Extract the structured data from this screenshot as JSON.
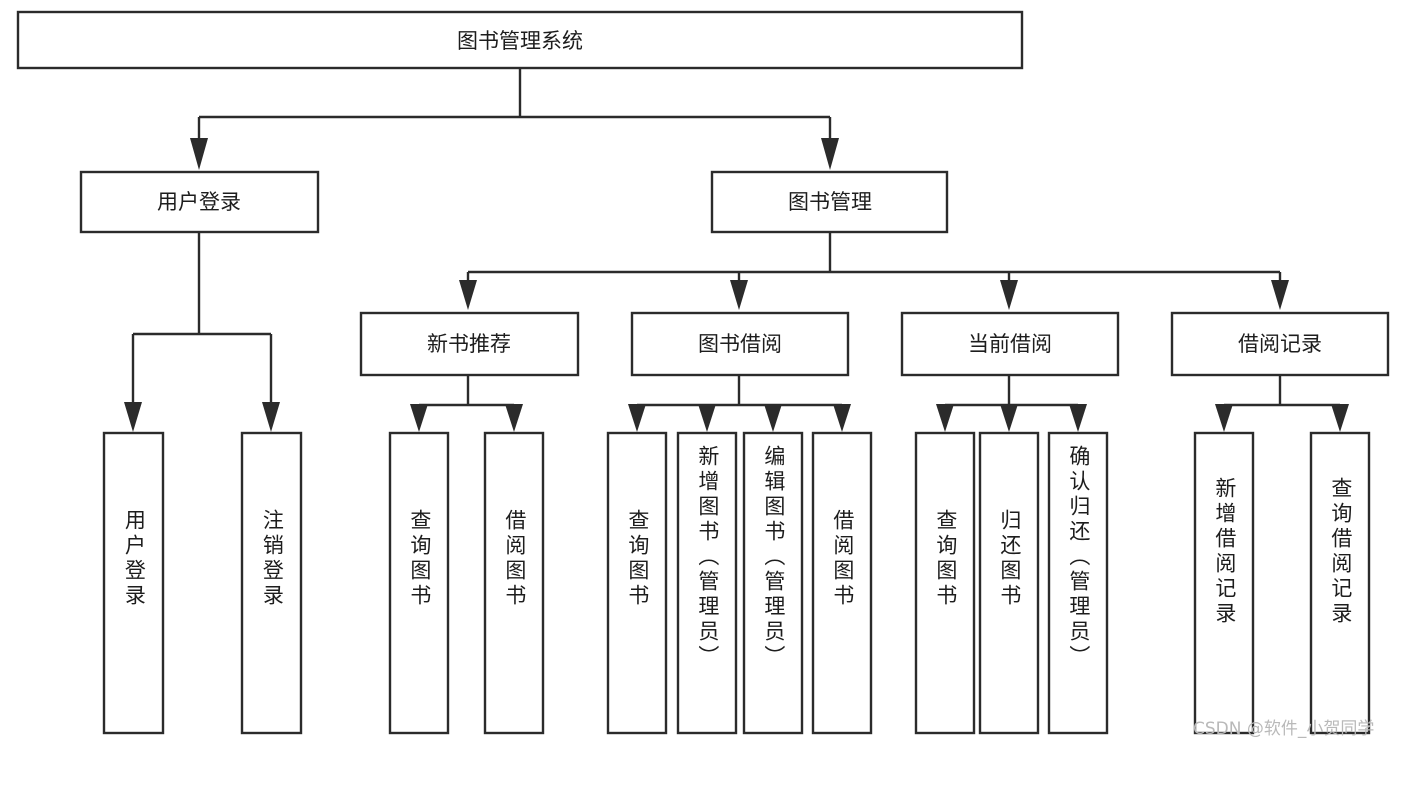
{
  "diagram": {
    "type": "hierarchy-tree",
    "title": "图书管理系统",
    "root": {
      "id": "root",
      "label": "图书管理系统",
      "level": 0,
      "orientation": "horizontal"
    },
    "level2": [
      {
        "id": "user-login",
        "label": "用户登录",
        "orientation": "horizontal"
      },
      {
        "id": "book-manage",
        "label": "图书管理",
        "orientation": "horizontal"
      }
    ],
    "level3": [
      {
        "id": "new-book-rec",
        "label": "新书推荐",
        "parent": "book-manage",
        "orientation": "horizontal"
      },
      {
        "id": "book-borrow",
        "label": "图书借阅",
        "parent": "book-manage",
        "orientation": "horizontal"
      },
      {
        "id": "current-borrow",
        "label": "当前借阅",
        "parent": "book-manage",
        "orientation": "horizontal"
      },
      {
        "id": "borrow-record",
        "label": "借阅记录",
        "parent": "book-manage",
        "orientation": "horizontal"
      }
    ],
    "leaves": [
      {
        "id": "leaf-user-login",
        "label": "用户登录",
        "parent": "user-login",
        "orientation": "vertical"
      },
      {
        "id": "leaf-user-logout",
        "label": "注销登录",
        "parent": "user-login",
        "orientation": "vertical"
      },
      {
        "id": "leaf-query-book-1",
        "label": "查询图书",
        "parent": "new-book-rec",
        "orientation": "vertical"
      },
      {
        "id": "leaf-borrow-book-1",
        "label": "借阅图书",
        "parent": "new-book-rec",
        "orientation": "vertical"
      },
      {
        "id": "leaf-query-book-2",
        "label": "查询图书",
        "parent": "book-borrow",
        "orientation": "vertical"
      },
      {
        "id": "leaf-add-book",
        "label": "新增图书（管理员）",
        "parent": "book-borrow",
        "orientation": "vertical"
      },
      {
        "id": "leaf-edit-book",
        "label": "编辑图书（管理员）",
        "parent": "book-borrow",
        "orientation": "vertical"
      },
      {
        "id": "leaf-borrow-book-2",
        "label": "借阅图书",
        "parent": "book-borrow",
        "orientation": "vertical"
      },
      {
        "id": "leaf-query-book-3",
        "label": "查询图书",
        "parent": "current-borrow",
        "orientation": "vertical"
      },
      {
        "id": "leaf-return-book",
        "label": "归还图书",
        "parent": "current-borrow",
        "orientation": "vertical"
      },
      {
        "id": "leaf-confirm-return",
        "label": "确认归还（管理员）",
        "parent": "current-borrow",
        "orientation": "vertical"
      },
      {
        "id": "leaf-add-record",
        "label": "新增借阅记录",
        "parent": "borrow-record",
        "orientation": "vertical"
      },
      {
        "id": "leaf-query-record",
        "label": "查询借阅记录",
        "parent": "borrow-record",
        "orientation": "vertical"
      }
    ],
    "colors": {
      "background": "#ffffff",
      "box_fill": "#ffffff",
      "box_stroke": "#2b2b2b",
      "text": "#1d1d1d",
      "watermark": "#b9b9b9"
    }
  },
  "watermark": {
    "text": "CSDN @软件_小贺同学"
  }
}
